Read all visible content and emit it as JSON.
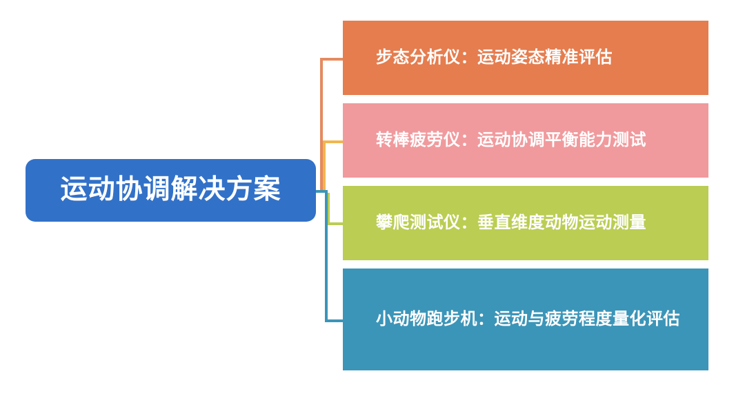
{
  "diagram": {
    "type": "mind-map",
    "root": {
      "label": "运动协调解决方案",
      "color": "#3271c8",
      "text_color": "#ffffff"
    },
    "branches": [
      {
        "label": "步态分析仪：运动姿态精准评估",
        "color": "#e57d4f",
        "connector_color": "#e58a5f",
        "text_color": "#ffffff"
      },
      {
        "label": "转棒疲劳仪：运动协调平衡能力测试",
        "color": "#f09a9d",
        "connector_color": "#f0b64e",
        "text_color": "#ffffff"
      },
      {
        "label": "攀爬测试仪：垂直维度动物运动测量",
        "color": "#bbcd53",
        "connector_color": "#bbcd53",
        "text_color": "#ffffff"
      },
      {
        "label": "小动物跑步机：运动与疲劳程度量化评估",
        "color": "#3b95b8",
        "connector_color": "#3b95b8",
        "text_color": "#ffffff"
      }
    ],
    "background": "#ffffff"
  }
}
